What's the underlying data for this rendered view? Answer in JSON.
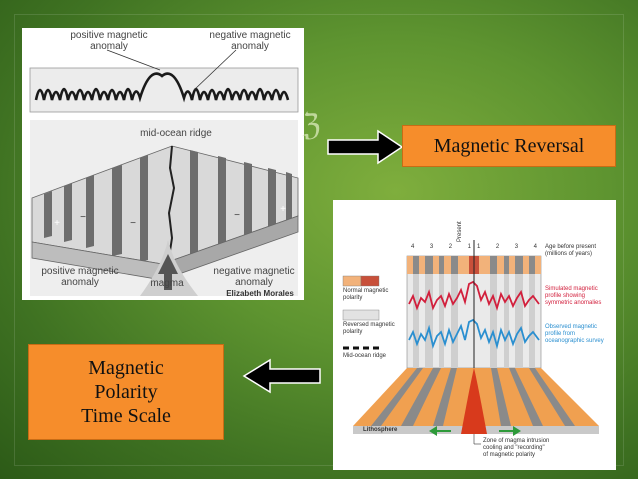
{
  "left_figure": {
    "label_top_positive": "positive magnetic\nanomaly",
    "label_top_negative": "negative magnetic\nanomaly",
    "label_ridge": "mid-ocean ridge",
    "label_bottom_positive": "positive magnetic\nanomaly",
    "label_bottom_negative": "negative magnetic\nanomaly",
    "label_magma": "magma",
    "credit": "Elizabeth Morales",
    "plus_sign": "+",
    "minus_sign": "−"
  },
  "glyph": "ℨ",
  "reversal_box": {
    "text": "Magnetic Reversal",
    "color": "#f68d2b"
  },
  "polarity_box": {
    "line1": "Magnetic",
    "line2": "Polarity",
    "line3": "Time Scale",
    "color": "#f68d2b"
  },
  "right_figure": {
    "age_numbers_left": [
      "4",
      "3",
      "2",
      "1"
    ],
    "present": "Present",
    "age_numbers_right": [
      "1",
      "2",
      "3",
      "4"
    ],
    "caption_age": "Age before present\n(millions of years)",
    "legend_normal": "Normal magnetic\npolarity",
    "legend_reversed": "Reversed magnetic\npolarity",
    "legend_ridge": "Mid-ocean ridge",
    "caption_red": "Simulated magnetic\nprofile showing\nsymmetric anomalies",
    "caption_blue": "Observed magnetic\nprofile from\noceanographic survey",
    "lithosphere": "Lithosphere",
    "caption_bottom": "Zone of magma intrusion\ncooling and \"recording\"\nof magnetic polarity"
  }
}
